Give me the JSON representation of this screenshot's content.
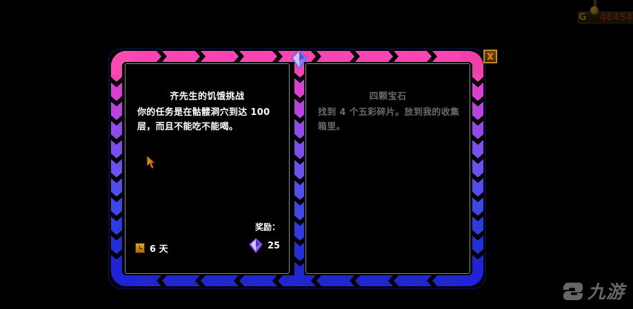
{
  "hud": {
    "currency_symbol": "G",
    "gold_amount": "46454",
    "coin_icon": "gold-coin-icon"
  },
  "dialog": {
    "close_label": "X",
    "divider_gem_icon": "gem-icon",
    "frame_gradient": [
      "#ff45ae",
      "#d13fd8",
      "#8b4de8",
      "#6a52ec",
      "#3f4ae6",
      "#2433d9",
      "#1f23c8"
    ]
  },
  "quests": [
    {
      "id": "quest-left",
      "title": "齐先生的饥饿挑战",
      "description": "你的任务是在骷髅洞穴到达 100 层，而且不能吃不能喝。",
      "active": true,
      "time_label": "6 天",
      "time_icon": "clock-icon",
      "reward_label": "奖励：",
      "reward_value": "25",
      "reward_icon": "gem-icon"
    },
    {
      "id": "quest-right",
      "title": "四颗宝石",
      "description": "找到 4 个五彩碎片。放到我的收集箱里。",
      "active": false
    }
  ],
  "watermark": {
    "text": "九游",
    "logo_icon": "nine-game-logo-icon"
  },
  "colors": {
    "accent_pink": "#ff45ae",
    "accent_blue": "#2433d9",
    "gem_purple": "#8c5cf0",
    "gold": "#c08b1e",
    "panel_border": "#8e8e8e",
    "inactive_text": "#6a6a6a"
  }
}
